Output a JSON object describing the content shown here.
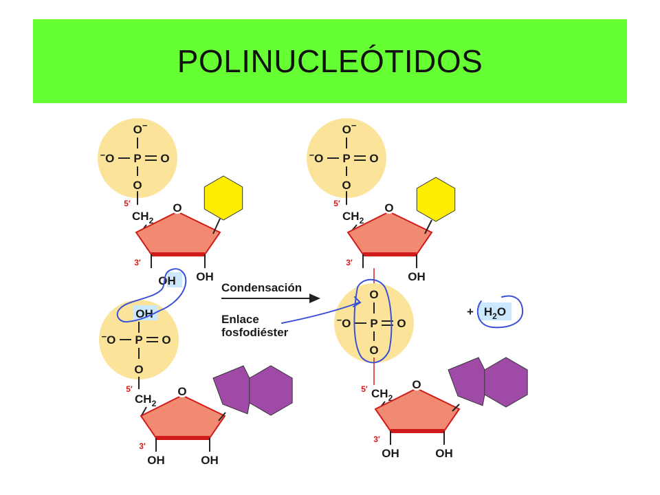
{
  "title": "POLINUCLEÓTIDOS",
  "colors": {
    "title_bg": "#66ff33",
    "phosphate": "#fbe49a",
    "sugar": "#f08a70",
    "sugar_edge": "#d11a1a",
    "pyrimidine": "#ffee00",
    "purine": "#a04aa8",
    "highlight": "#cce8ff",
    "annotation": "#3a4fd8"
  },
  "labels": {
    "reaction": "Condensación",
    "bond_name_1": "Enlace",
    "bond_name_2": "fosfodiéster",
    "plus": "+",
    "water_h": "H",
    "water_sub": "2",
    "water_o": "O"
  },
  "atoms": {
    "o_minus": "O",
    "minus": "−",
    "o": "O",
    "p": "P",
    "oh": "OH",
    "ch": "CH",
    "ch_sub": "2",
    "prime5": "5′",
    "prime3": "3′"
  }
}
